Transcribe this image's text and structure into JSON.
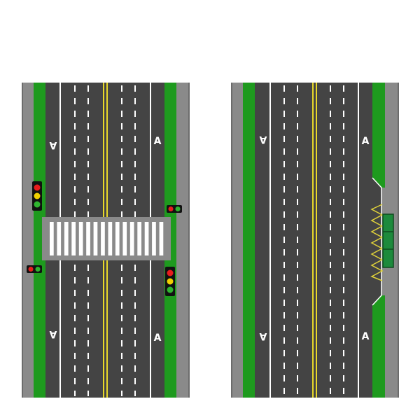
{
  "lane_marking_letter": "A",
  "colors": {
    "background": "#ffffff",
    "asphalt": "#444444",
    "sidewalk": "#8a8a8a",
    "grass": "#1e9a1e",
    "curb": "#6c6c6c",
    "lane_line": "#ffffff",
    "center_line": "#e8d82a",
    "crosswalk_base": "#8a8a8a",
    "crosswalk_stripe": "#ffffff",
    "signal_housing": "#111111",
    "signal_red": "#e81c1c",
    "signal_yellow": "#f0d000",
    "signal_green": "#2fb52f",
    "bus_shelter": "#1d8a3c",
    "shelter_outline": "#e0d23a"
  },
  "left_road": {
    "lane_markings": 4,
    "crosswalk_stripes": 16,
    "traffic_lights": 4
  },
  "right_road": {
    "lane_markings": 4,
    "bus_stop": 1
  }
}
